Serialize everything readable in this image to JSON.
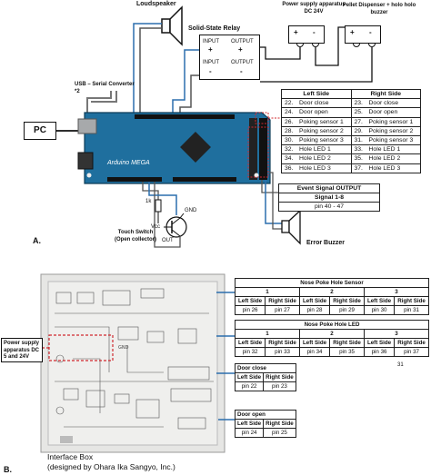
{
  "panel_a": {
    "label": "A.",
    "loudspeaker": "Loudspeaker",
    "power_supply": "Power supply apparatus DC 24V",
    "pellet_dispenser": "Pellet Dispenser + holo holo buzzer",
    "ssr": {
      "title": "Solid-State Relay",
      "input": "INPUT",
      "output": "OUTPUT",
      "plus": "+",
      "minus": "-"
    },
    "usb": "USB – Serial Converter *2",
    "pc": "PC",
    "arduino": "Arduino MEGA",
    "resistor": "1k",
    "gnd": "GND",
    "vcc": "Vcc",
    "out": "OUT",
    "touch_switch": "Touch Switch (Open collector)",
    "error_buzzer": "Error Buzzer",
    "pin_table": {
      "headers": [
        "Left Side",
        "Right Side"
      ],
      "rows": [
        [
          "22.",
          "Door close",
          "23.",
          "Door close"
        ],
        [
          "24.",
          "Door open",
          "25.",
          "Door open"
        ],
        [
          "26.",
          "Poking sensor 1",
          "27.",
          "Poking sensor 1"
        ],
        [
          "28.",
          "Poking sensor 2",
          "29.",
          "Poking sensor 2"
        ],
        [
          "30.",
          "Poking sensor 3",
          "31.",
          "Poking sensor 3"
        ],
        [
          "32.",
          "Hole LED 1",
          "33.",
          "Hole LED 1"
        ],
        [
          "34.",
          "Hole LED 2",
          "35.",
          "Hole LED 2"
        ],
        [
          "36.",
          "Hole LED 3",
          "37.",
          "Hole LED 3"
        ]
      ]
    },
    "event_table": {
      "title": "Event Signal OUTPUT",
      "subtitle": "Signal 1-8",
      "pins": "pin 40 - 47"
    }
  },
  "panel_b": {
    "label": "B.",
    "power_supply": "Power supply apparatus DC 5 and 24V",
    "interface_box": "Interface Box",
    "designer": "(designed by Ohara Ika Sangyo, Inc.)",
    "gnd": "GND",
    "margin_num": "31",
    "nose_sensor": {
      "title": "Nose Poke Hole Sensor",
      "groups": [
        "1",
        "2",
        "3"
      ],
      "sub": [
        "Left Side",
        "Right Side",
        "Left Side",
        "Right Side",
        "Left Side",
        "Right Side"
      ],
      "pins": [
        "pin 26",
        "pin 27",
        "pin 28",
        "pin 29",
        "pin 30",
        "pin 31"
      ]
    },
    "nose_led": {
      "title": "Nose Poke Hole LED",
      "groups": [
        "1",
        "2",
        "3"
      ],
      "sub": [
        "Left Side",
        "Right Side",
        "Left Side",
        "Right Side",
        "Left Side",
        "Right Side"
      ],
      "pins": [
        "pin 32",
        "pin 33",
        "pin 34",
        "pin 35",
        "pin 36",
        "pin 37"
      ]
    },
    "door_close": {
      "title": "Door close",
      "sub": [
        "Left Side",
        "Right Side"
      ],
      "pins": [
        "pin 22",
        "pin 23"
      ]
    },
    "door_open": {
      "title": "Door open",
      "sub": [
        "Left Side",
        "Right Side"
      ],
      "pins": [
        "pin 24",
        "pin 25"
      ]
    }
  }
}
